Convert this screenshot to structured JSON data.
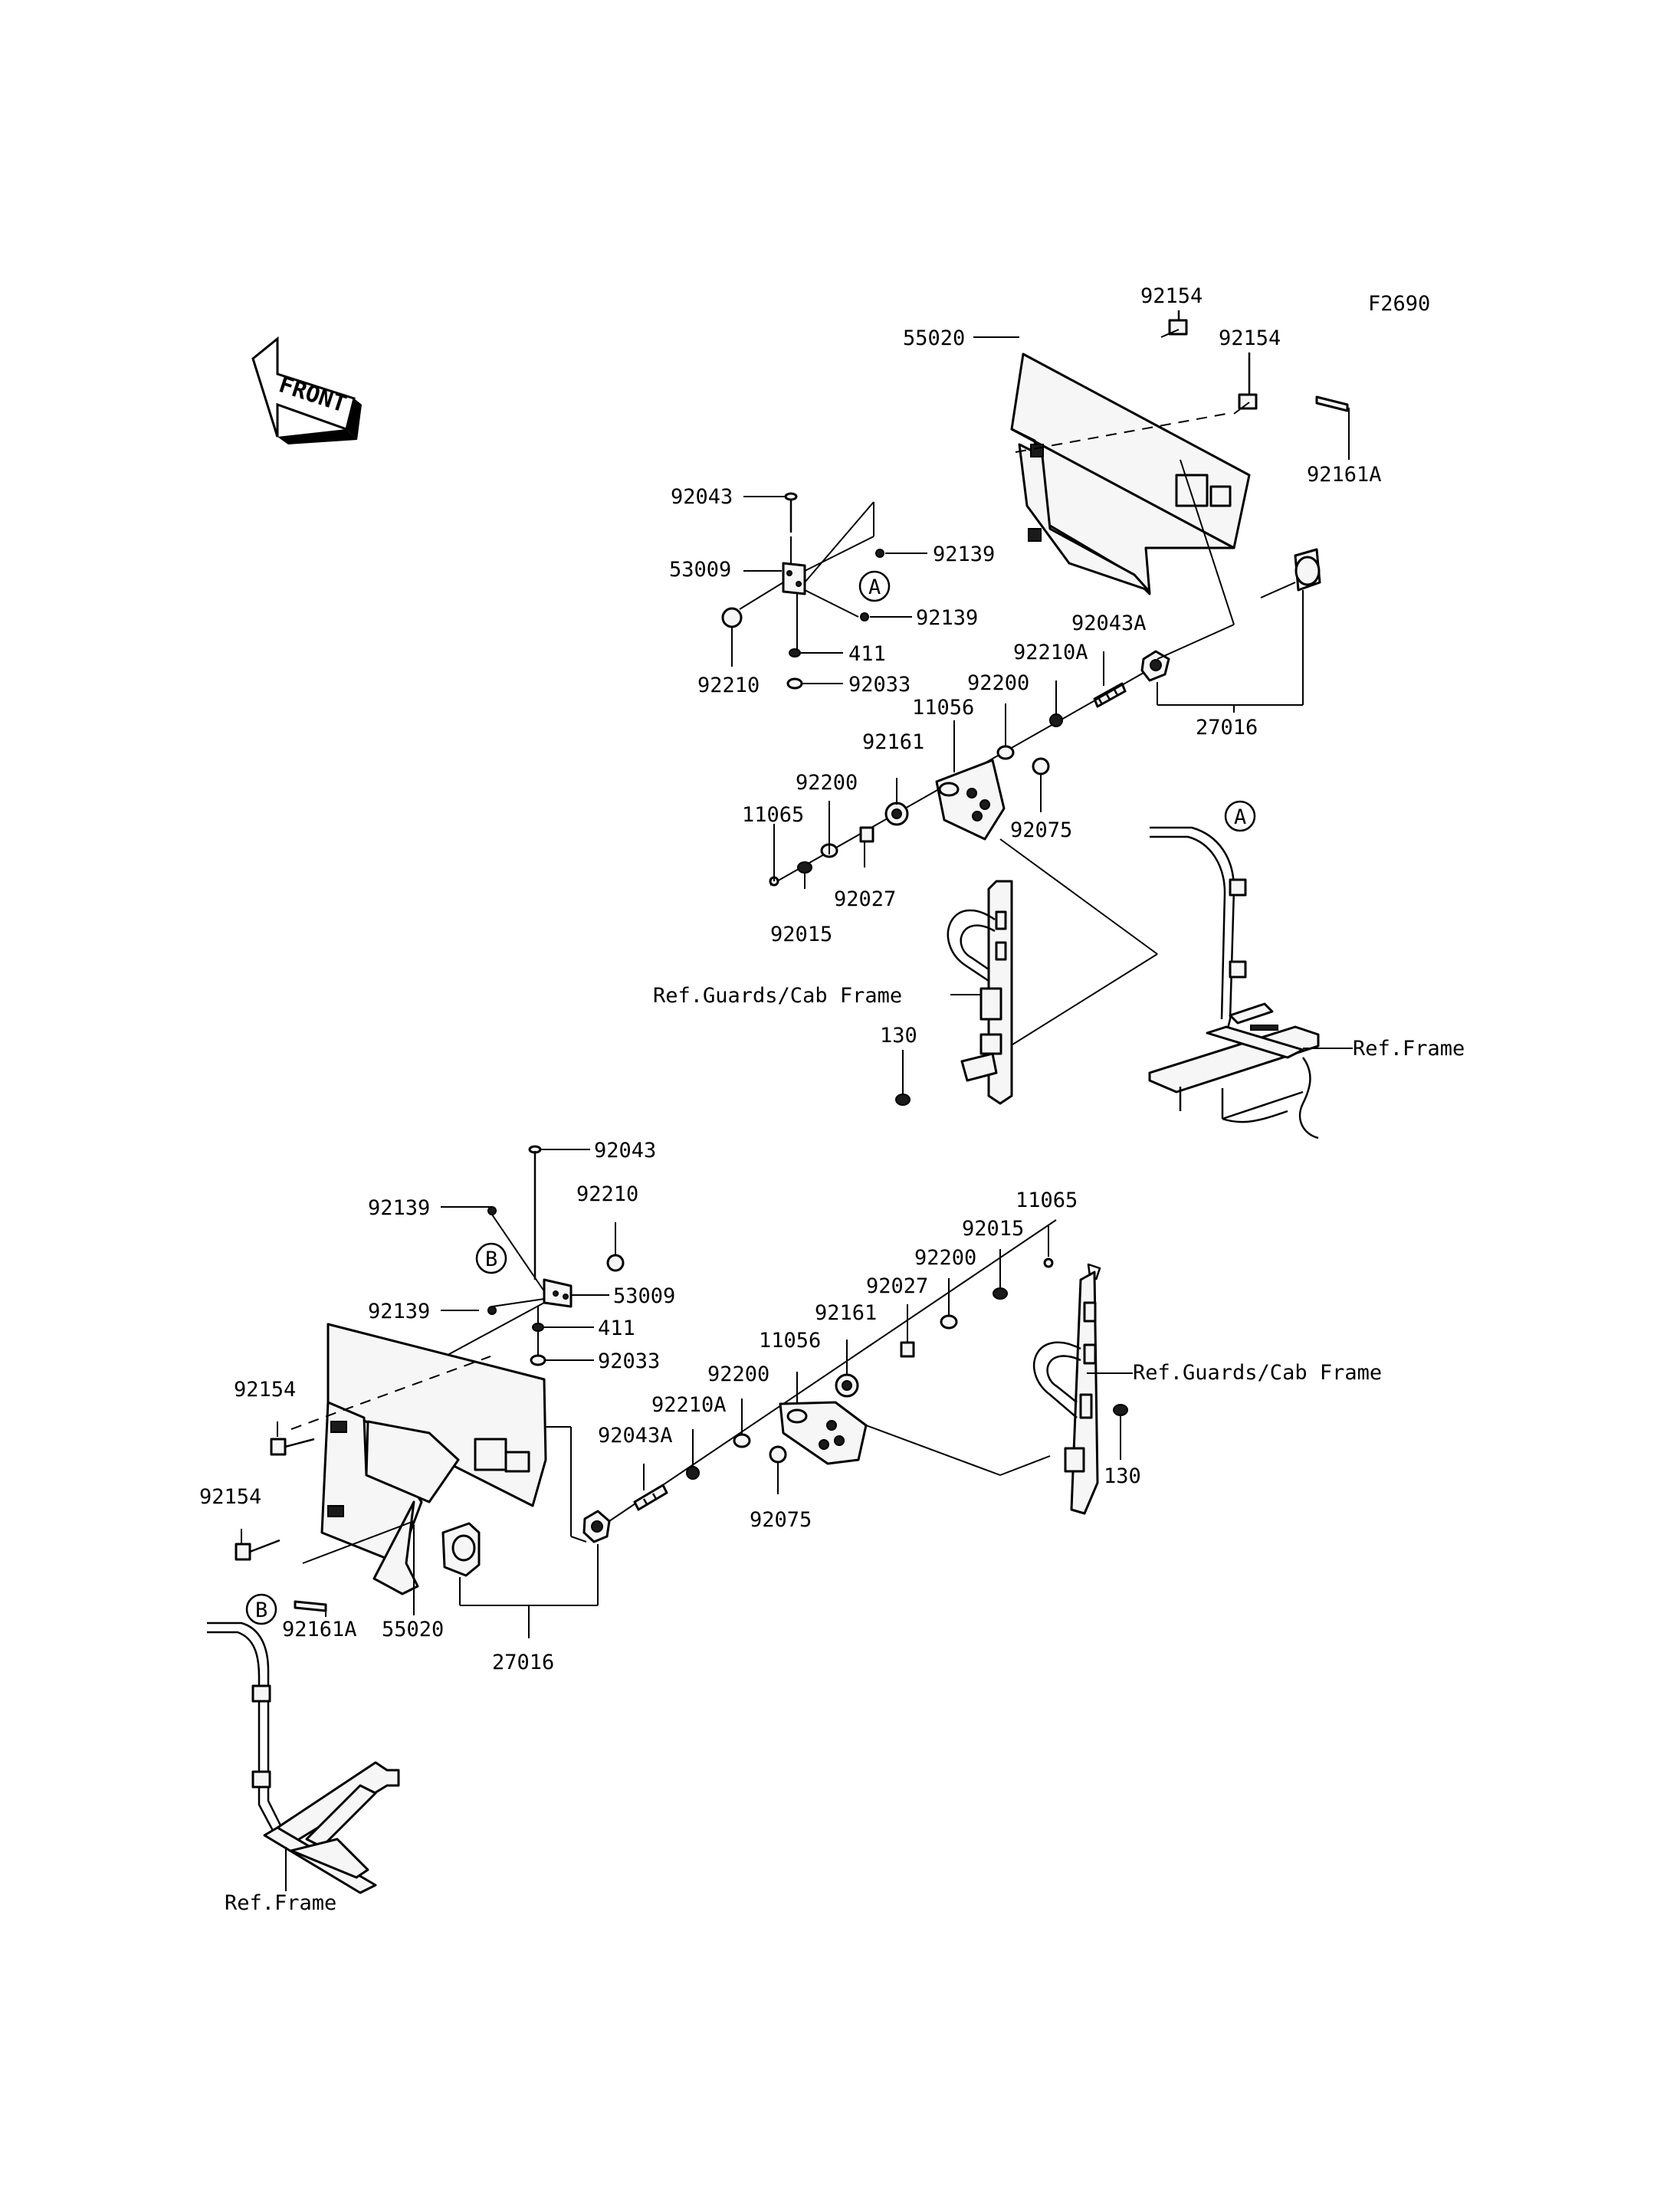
{
  "figure_code": "F2690",
  "front_label": "FRONT",
  "callout_a": "A",
  "callout_b": "B",
  "upper": {
    "p92154_a": "92154",
    "p92154_b": "92154",
    "p55020": "55020",
    "p92161A": "92161A",
    "p92043": "92043",
    "p53009": "53009",
    "p92139_a": "92139",
    "p92139_b": "92139",
    "p92210": "92210",
    "p411": "411",
    "p92033": "92033",
    "p92043A": "92043A",
    "p92210A": "92210A",
    "p27016": "27016",
    "p92200_a": "92200",
    "p11056": "11056",
    "p92161": "92161",
    "p92200_b": "92200",
    "p11065": "11065",
    "p92075": "92075",
    "p92027": "92027",
    "p92015": "92015",
    "ref_guards": "Ref.Guards/Cab Frame",
    "p130": "130",
    "ref_frame": "Ref.Frame"
  },
  "lower": {
    "p92043": "92043",
    "p92139_a": "92139",
    "p92210": "92210",
    "p11065": "11065",
    "p92015": "92015",
    "p92200_a": "92200",
    "p92027": "92027",
    "p53009": "53009",
    "p92139_b": "92139",
    "p411": "411",
    "p92033": "92033",
    "p92161": "92161",
    "p11056": "11056",
    "p92200_b": "92200",
    "p92210A": "92210A",
    "p92043A": "92043A",
    "p92154_a": "92154",
    "p92154_b": "92154",
    "p92075": "92075",
    "p92161A": "92161A",
    "p55020": "55020",
    "p27016": "27016",
    "ref_guards": "Ref.Guards/Cab Frame",
    "p130": "130",
    "ref_frame": "Ref.Frame"
  }
}
